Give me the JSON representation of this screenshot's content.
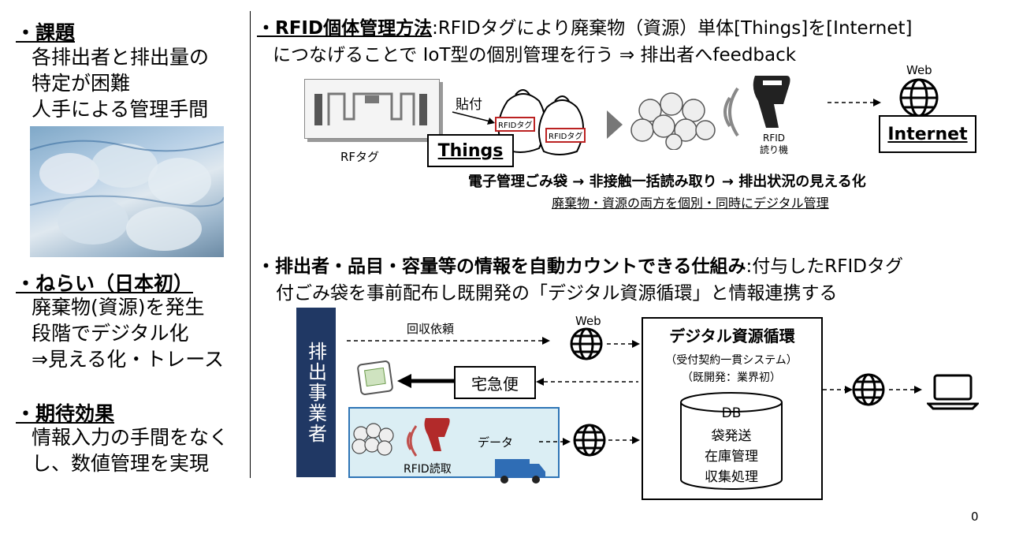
{
  "left": {
    "issue_title": "・課題",
    "issue_body": "各排出者と排出量の\n特定が困難\n人手による管理手間",
    "aim_title": "・ねらい（日本初）",
    "aim_body": "廃棄物(資源)を発生\n段階でデジタル化\n⇒見える化・トレース",
    "effect_title": "・期待効果",
    "effect_body": "情報入力の手間をなく\nし、数値管理を実現"
  },
  "section1": {
    "heading_bold": "・RFID個体管理方法",
    "heading_rest1": ":RFIDタグにより廃棄物（資源）単体[Things]を[Internet]",
    "heading_rest2": "につなげることで IoT型の個別管理を行う ⇒ 排出者へfeedback",
    "rftag_label": "RFタグ",
    "attach_label": "貼付",
    "rfid_tag1": "RFIDタグ",
    "rfid_tag2": "RFIDタグ",
    "things_label": "Things",
    "reader_label": "RFID\n読り機",
    "web_label": "Web",
    "internet_label": "Internet",
    "flow_text": "電子管理ごみ袋 → 非接触一括読み取り → 排出状況の見える化",
    "flow_sub": "廃棄物・資源の両方を個別・同時にデジタル管理"
  },
  "section2": {
    "heading_bold": "・排出者・品目・容量等の情報を自動カウントできる仕組み",
    "heading_rest1": ":付与したRFIDタグ",
    "heading_rest2": "付ごみ袋を事前配布し既開発の「デジタル資源循環」と情報連携する",
    "emitter_label": "排出事業者",
    "collect_request": "回収依頼",
    "web_label": "Web",
    "delivery_label": "宅急便",
    "data_label": "データ",
    "rfid_read_label": "RFID読取",
    "system_title": "デジタル資源循環",
    "system_sub1": "（受付契約一貫システム）",
    "system_sub2": "（既開発：業界初）",
    "db_label": "DB",
    "db_items": [
      "袋発送",
      "在庫管理",
      "収集処理"
    ]
  },
  "page_number": "0",
  "colors": {
    "emitter_bg": "#203864",
    "data_box_bg": "#dbeef4",
    "data_box_border": "#2e75b6",
    "tag_border": "#b22222",
    "truck": "#2f6db5"
  }
}
